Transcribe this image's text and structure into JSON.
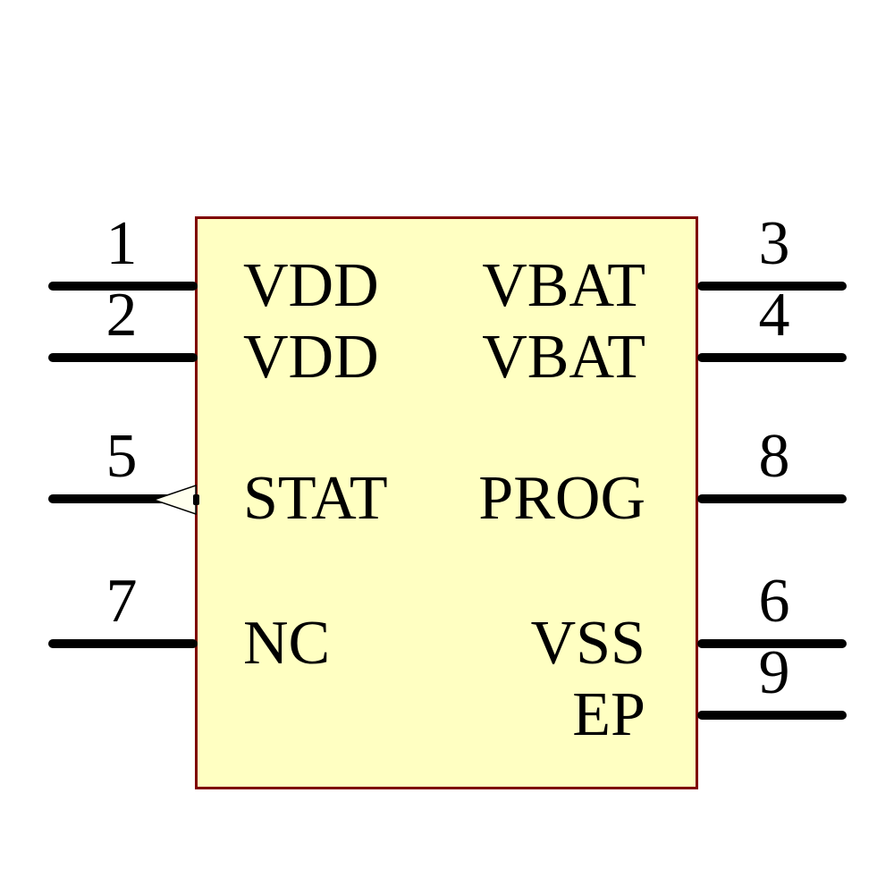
{
  "symbol": {
    "type": "schematic-symbol",
    "body": {
      "fill": "#FFFFC2",
      "border_color": "#7F0000",
      "wire_color": "#000000",
      "text_color": "#000000"
    },
    "pins": [
      {
        "number": "1",
        "name": "VDD",
        "side": "left",
        "row": 1
      },
      {
        "number": "2",
        "name": "VDD",
        "side": "left",
        "row": 2
      },
      {
        "number": "5",
        "name": "STAT",
        "side": "left",
        "row": 3,
        "marker": "output-triangle"
      },
      {
        "number": "7",
        "name": "NC",
        "side": "left",
        "row": 4
      },
      {
        "number": "3",
        "name": "VBAT",
        "side": "right",
        "row": 1
      },
      {
        "number": "4",
        "name": "VBAT",
        "side": "right",
        "row": 2
      },
      {
        "number": "8",
        "name": "PROG",
        "side": "right",
        "row": 3
      },
      {
        "number": "6",
        "name": "VSS",
        "side": "right",
        "row": 4
      },
      {
        "number": "9",
        "name": "EP",
        "side": "right",
        "row": 5
      }
    ]
  }
}
